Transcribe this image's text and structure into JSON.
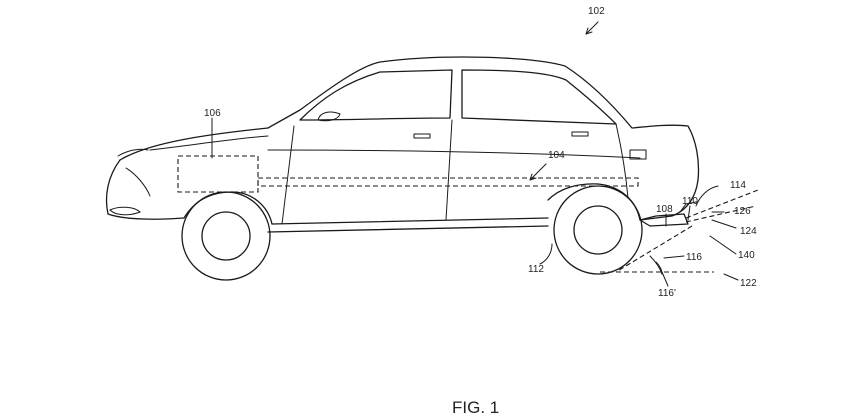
{
  "figure": {
    "caption": "FIG. 1",
    "refs": {
      "r102": "102",
      "r104": "104",
      "r106": "106",
      "r108": "108",
      "r110": "110",
      "r112": "112",
      "r114": "114",
      "r116": "116",
      "r116p": "116'",
      "r122": "122",
      "r124": "124",
      "r126": "126",
      "r140": "140"
    }
  }
}
